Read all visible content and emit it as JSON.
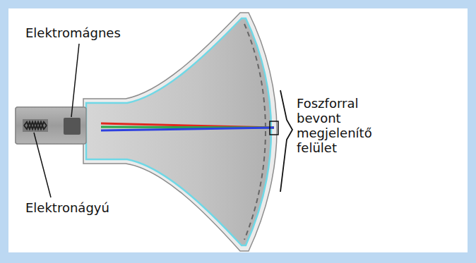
{
  "diagram": {
    "labels": [
      "Elektromágnes",
      "Elektronágyú",
      "Foszforral bevont megjelenítő felület"
    ]
  }
}
